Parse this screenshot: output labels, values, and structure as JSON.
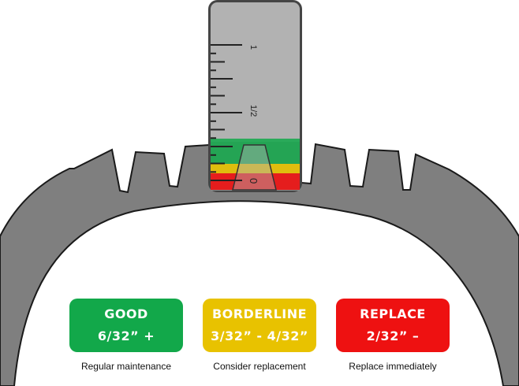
{
  "gauge": {
    "marks": {
      "one": "1",
      "half": "1/2",
      "zero": "0"
    }
  },
  "zones": [
    {
      "title": "GOOD",
      "range": "6/32” +",
      "note": "Regular maintenance",
      "color": "#12a84a"
    },
    {
      "title": "BORDERLINE",
      "range": "3/32” - 4/32”",
      "note": "Consider replacement",
      "color": "#e8c200"
    },
    {
      "title": "REPLACE",
      "range": "2/32” –",
      "note": "Replace immediately",
      "color": "#ee1111"
    }
  ],
  "colors": {
    "tire": "#7f7f7f",
    "tire_outline": "#1a1a1a",
    "gauge_body": "#b2b2b2",
    "gauge_outline": "#454545",
    "good": "#12a84a",
    "borderline": "#e8c200",
    "replace": "#ee1111"
  }
}
